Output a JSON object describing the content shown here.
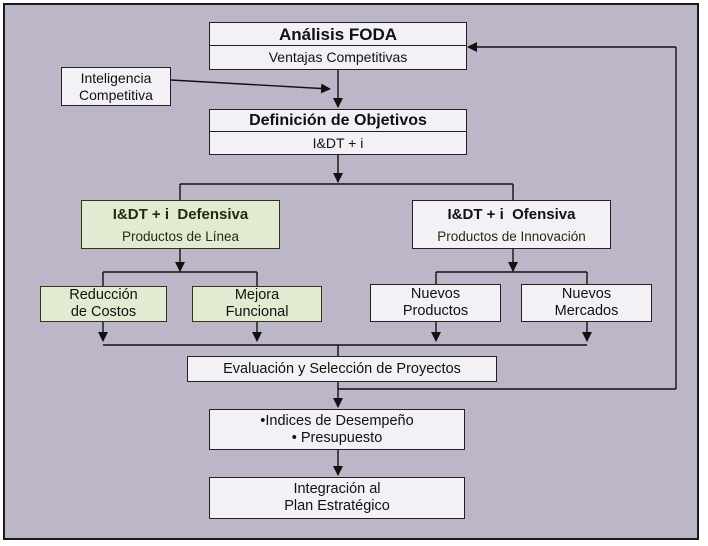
{
  "foda": {
    "title": "Análisis FODA",
    "subtitle": "Ventajas Competitivas"
  },
  "inteligencia": {
    "line1": "Inteligencia",
    "line2": "Competitiva"
  },
  "objetivos": {
    "title": "Definición de Objetivos",
    "subtitle": "I&DT + i"
  },
  "defensiva": {
    "title": "I&DT + i  Defensiva",
    "subtitle": "Productos de Línea"
  },
  "ofensiva": {
    "title": "I&DT + i  Ofensiva",
    "subtitle": "Productos de Innovación"
  },
  "reduccion": {
    "line1": "Reducción",
    "line2": "de Costos"
  },
  "mejora": {
    "line1": "Mejora",
    "line2": "Funcional"
  },
  "nuevos_productos": {
    "line1": "Nuevos",
    "line2": "Productos"
  },
  "nuevos_mercados": {
    "line1": "Nuevos",
    "line2": "Mercados"
  },
  "evaluacion": {
    "label": "Evaluación y Selección de Proyectos"
  },
  "indices": {
    "line1": "•Indices de Desempeño",
    "line2": "• Presupuesto"
  },
  "integracion": {
    "line1": "Integración al",
    "line2": "Plan Estratégico"
  },
  "colors": {
    "background": "#bdb6c8",
    "box_white": "#f3f1f6",
    "box_green": "#e3ead2",
    "line": "#111111"
  }
}
